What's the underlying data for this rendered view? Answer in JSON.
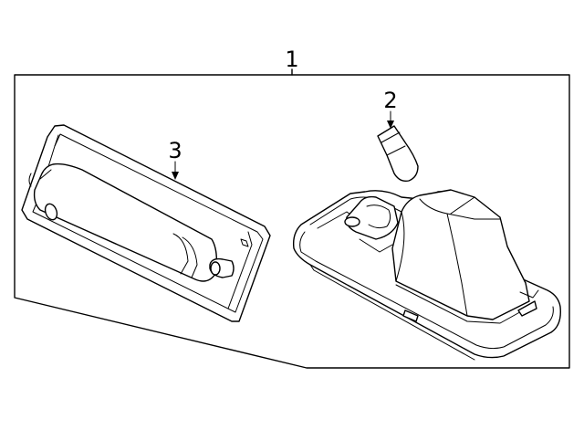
{
  "diagram": {
    "callouts": {
      "assembly": "1",
      "bulb": "2",
      "lens": "3"
    },
    "colors": {
      "line": "#000000",
      "background": "#ffffff"
    }
  }
}
